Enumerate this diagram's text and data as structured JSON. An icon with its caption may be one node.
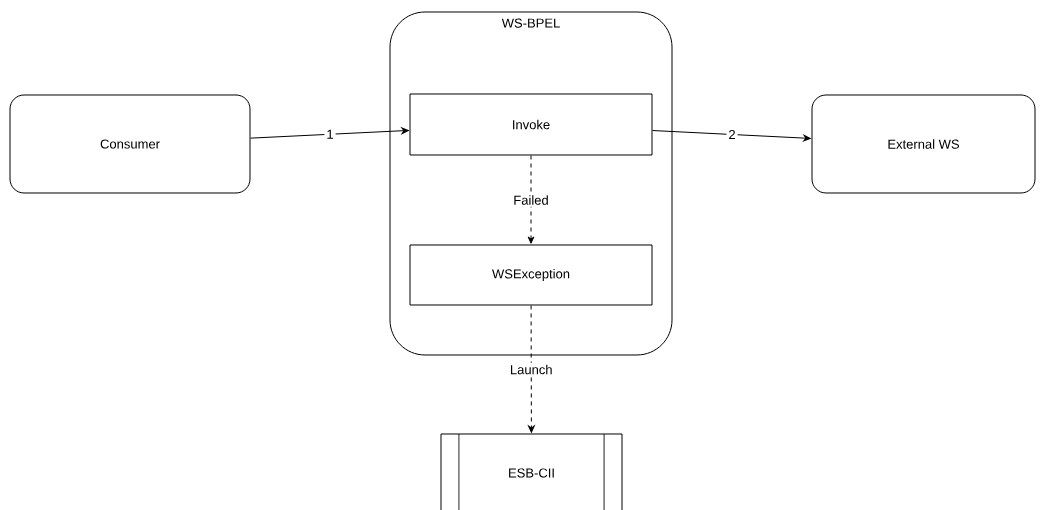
{
  "diagram": {
    "nodes": [
      {
        "text": [
          "Consumer"
        ]
      },
      {
        "text": [
          "WS-BPEL"
        ]
      },
      {
        "text": [
          "Invoke"
        ],
        "in": 1
      },
      {
        "text": [
          "WSException"
        ],
        "in": 1
      },
      {
        "text": [
          "External WS"
        ]
      },
      {
        "text": [
          "ESB-CII"
        ]
      }
    ],
    "edges": [
      {
        "from": 0,
        "to": 2,
        "arrow": "to",
        "label": "1"
      },
      {
        "from": 2,
        "to": 4,
        "arrow": "to",
        "label": "2"
      },
      {
        "from": 2,
        "to": 3,
        "arrow": "to",
        "label": "Failed",
        "style": "dashed"
      },
      {
        "from": 3,
        "to": 5,
        "arrow": "to",
        "label": "Launch",
        "style": "dashed"
      }
    ]
  }
}
